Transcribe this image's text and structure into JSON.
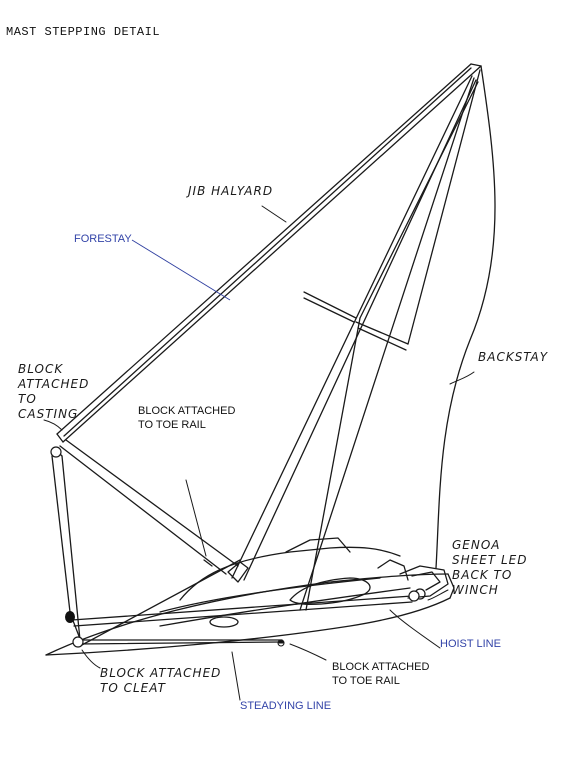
{
  "title": "MAST STEPPING DETAIL",
  "labels": {
    "jib_halyard": "JIB HALYARD",
    "forestay": "FORESTAY",
    "backstay": "BACKSTAY",
    "block_casting": [
      "BLOCK",
      "ATTACHED",
      "TO",
      "CASTING"
    ],
    "block_toe_rail_upper": [
      "BLOCK ATTACHED",
      "TO TOE RAIL"
    ],
    "genoa": [
      "GENOA",
      "SHEET LED",
      "BACK TO",
      "WINCH"
    ],
    "hoist_line": "HOIST LINE",
    "block_cleat": [
      "BLOCK ATTACHED",
      "TO CLEAT"
    ],
    "block_toe_rail_lower": [
      "BLOCK ATTACHED",
      "TO TOE RAIL"
    ],
    "steadying_line": "STEADYING LINE"
  },
  "colors": {
    "ink": "#1a1a1a",
    "annotation_blue": "#3344a8"
  }
}
